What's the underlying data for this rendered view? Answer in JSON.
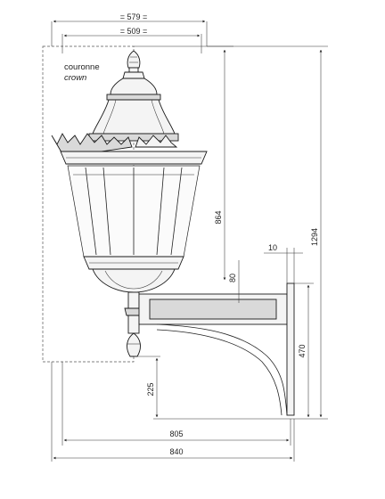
{
  "diagram": {
    "crown_label": "couronne",
    "crown_label_translation": "crown",
    "dimensions": {
      "crown_width": "= 579 =",
      "lantern_width": "= 509 =",
      "lantern_height_above_arm": "864",
      "total_height": "1294",
      "arm_thickness": "10",
      "arm_offset": "80",
      "bracket_height": "470",
      "finial_drop": "225",
      "arm_projection": "805",
      "total_projection": "840"
    }
  }
}
